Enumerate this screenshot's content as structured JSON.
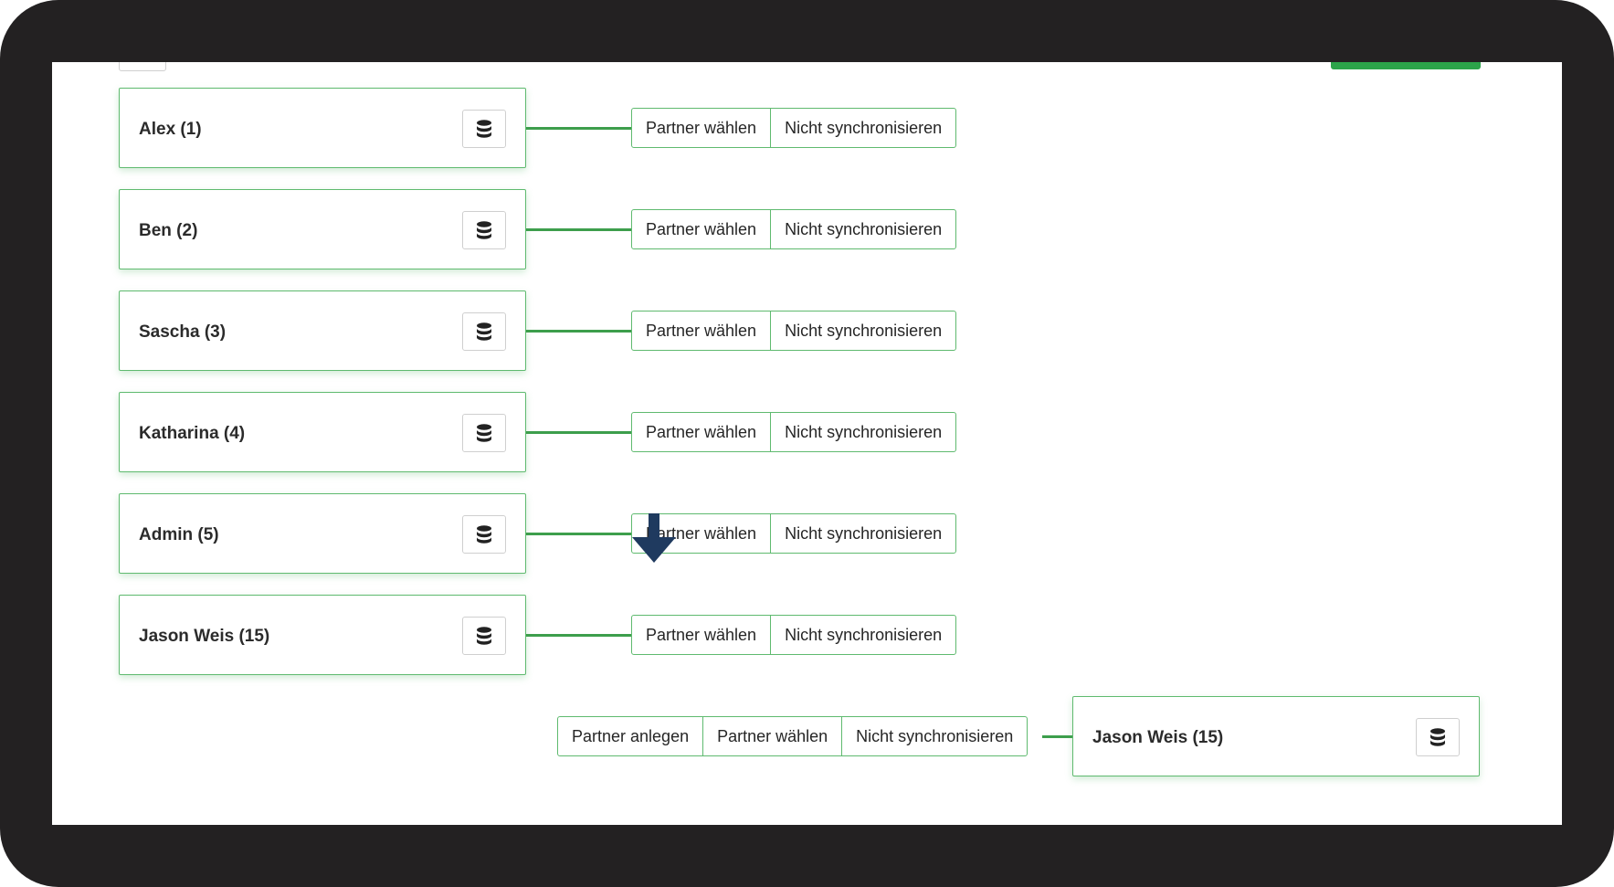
{
  "rows": [
    {
      "name": "Alex (1)",
      "choose": "Partner wählen",
      "skip": "Nicht synchronisieren"
    },
    {
      "name": "Ben (2)",
      "choose": "Partner wählen",
      "skip": "Nicht synchronisieren"
    },
    {
      "name": "Sascha (3)",
      "choose": "Partner wählen",
      "skip": "Nicht synchronisieren"
    },
    {
      "name": "Katharina (4)",
      "choose": "Partner wählen",
      "skip": "Nicht synchronisieren"
    },
    {
      "name": "Admin (5)",
      "choose": "Partner wählen",
      "skip": "Nicht synchronisieren"
    },
    {
      "name": "Jason Weis (15)",
      "choose": "Partner wählen",
      "skip": "Nicht synchronisieren"
    }
  ],
  "remote_row": {
    "create": "Partner anlegen",
    "choose": "Partner wählen",
    "skip": "Nicht synchronisieren",
    "name": "Jason Weis (15)"
  },
  "icons": {
    "database": "database-icon",
    "arrow": "arrow-down-icon"
  },
  "colors": {
    "accent_green": "#5fba6f",
    "line_green": "#3d9e4c",
    "arrow_navy": "#1f3a5f",
    "frame": "#232122"
  }
}
